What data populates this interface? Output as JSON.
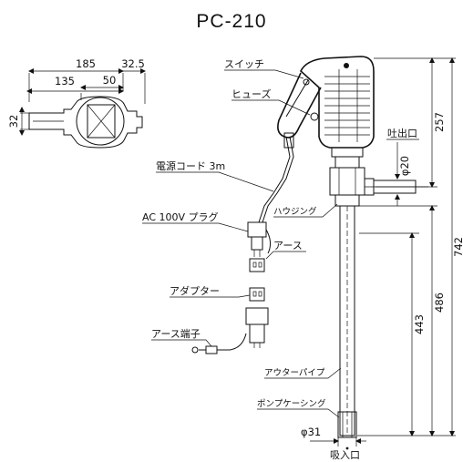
{
  "title": "PC-210",
  "top_view": {
    "dim_overall": "185",
    "dim_extra": "32.5",
    "dim_body": "135",
    "dim_head": "50",
    "dim_height": "32"
  },
  "labels": {
    "switch": "スイッチ",
    "fuse": "ヒューズ",
    "outlet": "吐出口",
    "outlet_dia": "φ20",
    "cord": "電源コード 3m",
    "housing": "ハウジング",
    "plug": "AC 100V プラグ",
    "earth": "アース",
    "adapter": "アダプター",
    "earth_terminal": "アース端子",
    "outer_pipe": "アウターパイプ",
    "pump_casing": "ポンプケーシング",
    "inlet_dia": "φ31",
    "inlet": "吸入口"
  },
  "dimensions": {
    "d257": "257",
    "d742": "742",
    "d486": "486",
    "d443": "443"
  }
}
